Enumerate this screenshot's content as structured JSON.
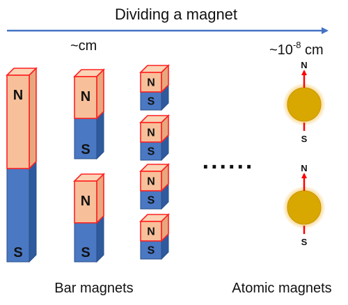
{
  "title": "Dividing a magnet",
  "scale_start": "~cm",
  "scale_end": {
    "prefix": "~10",
    "exponent": "-8",
    "unit": " cm"
  },
  "ellipsis": "......",
  "bar_magnets_label": "Bar magnets",
  "atomic_magnets_label": "Atomic magnets",
  "pole_north": "N",
  "pole_south": "S",
  "colors": {
    "arrow": "#4472c4",
    "north_face": "#f8c09a",
    "north_side": "#e7a87e",
    "north_top": "#fbd4b6",
    "south_face": "#4a78c2",
    "south_side": "#2f5a9e",
    "outline": "#ff2020",
    "atom": "#d9a800",
    "atom_glow": "#f5c860",
    "spin_arrow": "#ff0000"
  }
}
